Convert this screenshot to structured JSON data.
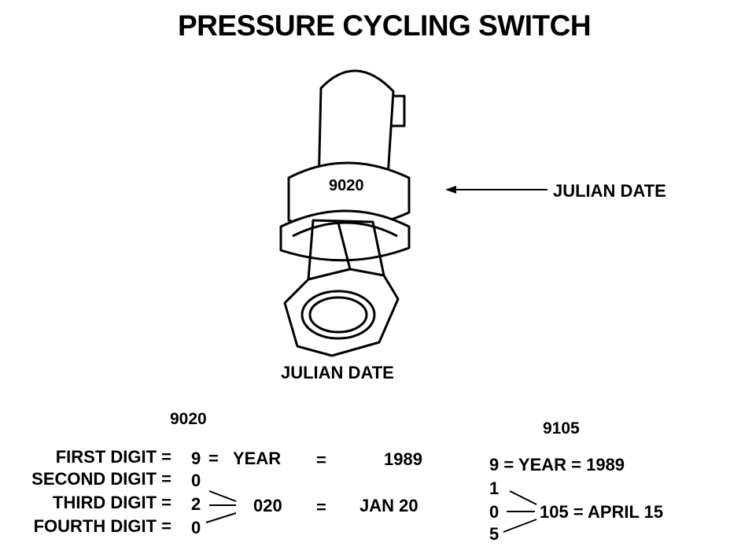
{
  "title": "PRESSURE CYCLING SWITCH",
  "switch_marking": "9020",
  "callout_label": "JULIAN DATE",
  "caption": "JULIAN DATE",
  "example_left": {
    "code": "9020",
    "rows": [
      {
        "label": "FIRST DIGIT =",
        "digit": "9",
        "eq": "=",
        "meaning": "YEAR",
        "eq2": "=",
        "result": "1989"
      },
      {
        "label": "SECOND DIGIT =",
        "digit": "0"
      },
      {
        "label": "THIRD DIGIT =",
        "digit": "2",
        "meaning": "020",
        "eq2": "=",
        "result": "JAN 20"
      },
      {
        "label": "FOURTH DIGIT =",
        "digit": "0"
      }
    ]
  },
  "example_right": {
    "code": "9105",
    "year_line": "9 = YEAR = 1989",
    "digits": [
      "1",
      "0",
      "5"
    ],
    "result": "105 = APRIL 15"
  }
}
